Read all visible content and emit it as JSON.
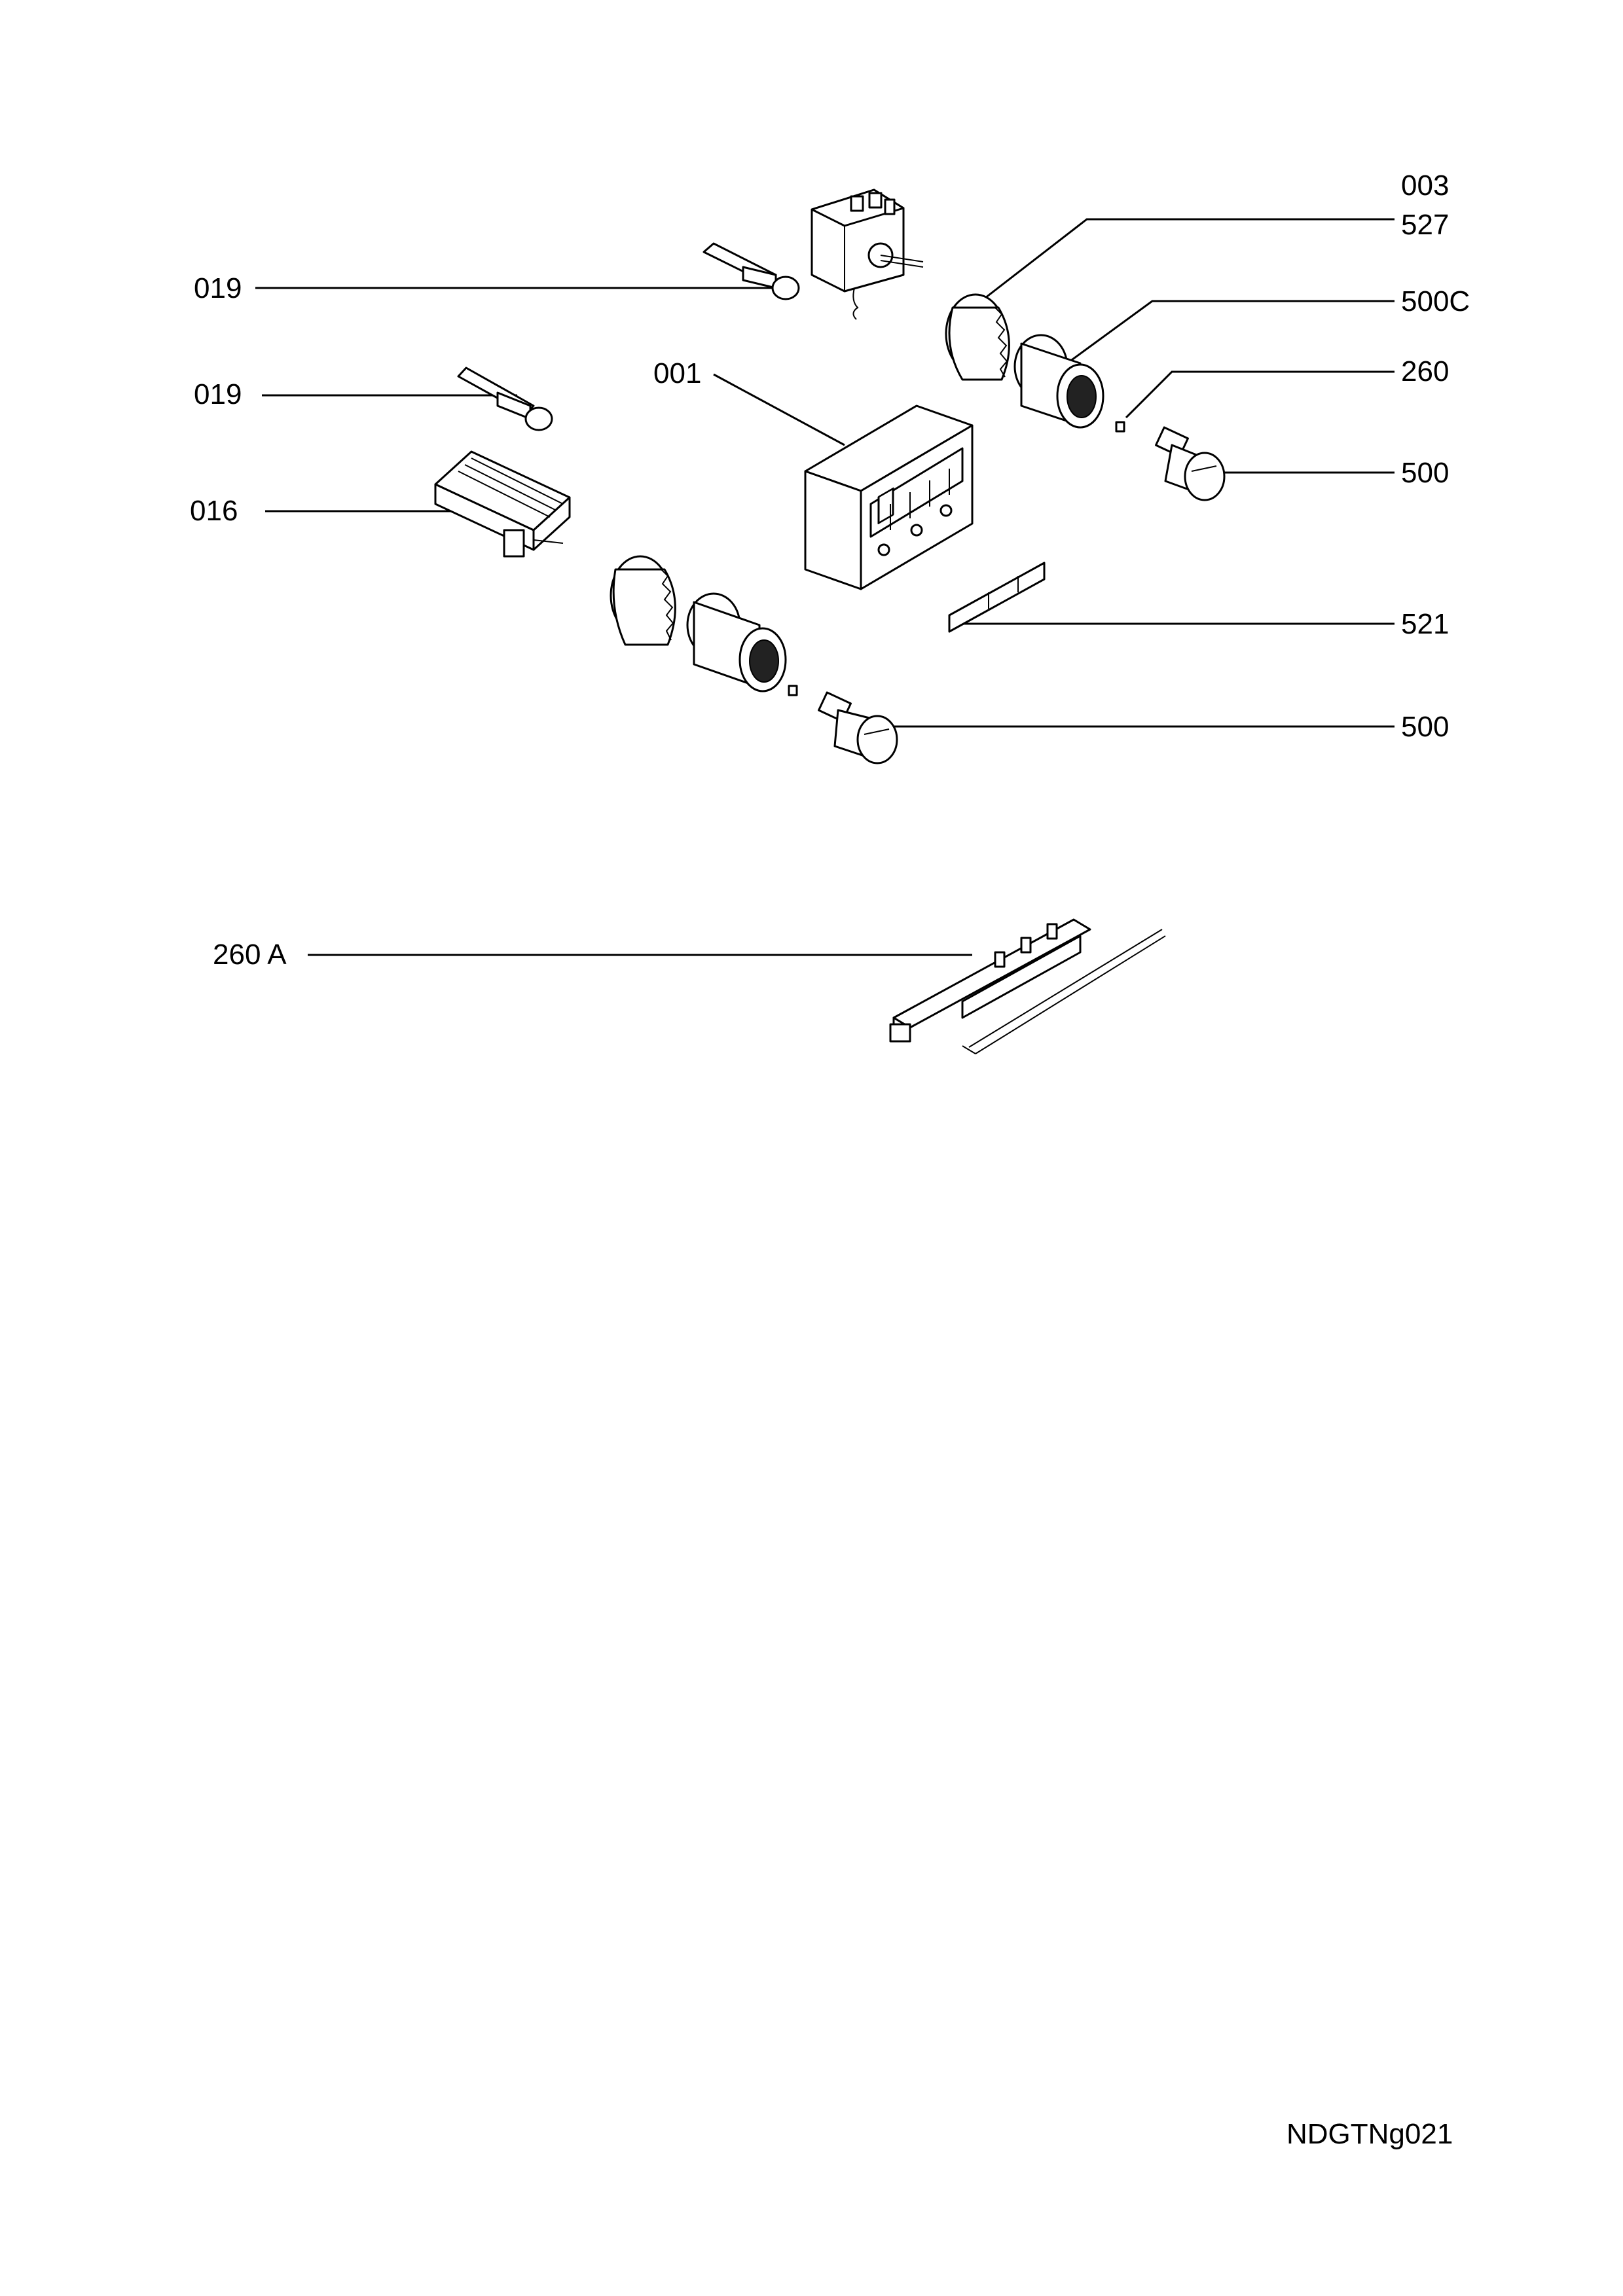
{
  "diagram": {
    "labels": {
      "l_003": "003",
      "l_527": "527",
      "l_500c": "500C",
      "l_260": "260",
      "l_500_upper": "500",
      "l_521": "521",
      "l_500_lower": "500",
      "l_019_upper": "019",
      "l_019_lower": "019",
      "l_001": "001",
      "l_016": "016",
      "l_260a": "260 A"
    },
    "reference_code": "NDGTNg021"
  }
}
